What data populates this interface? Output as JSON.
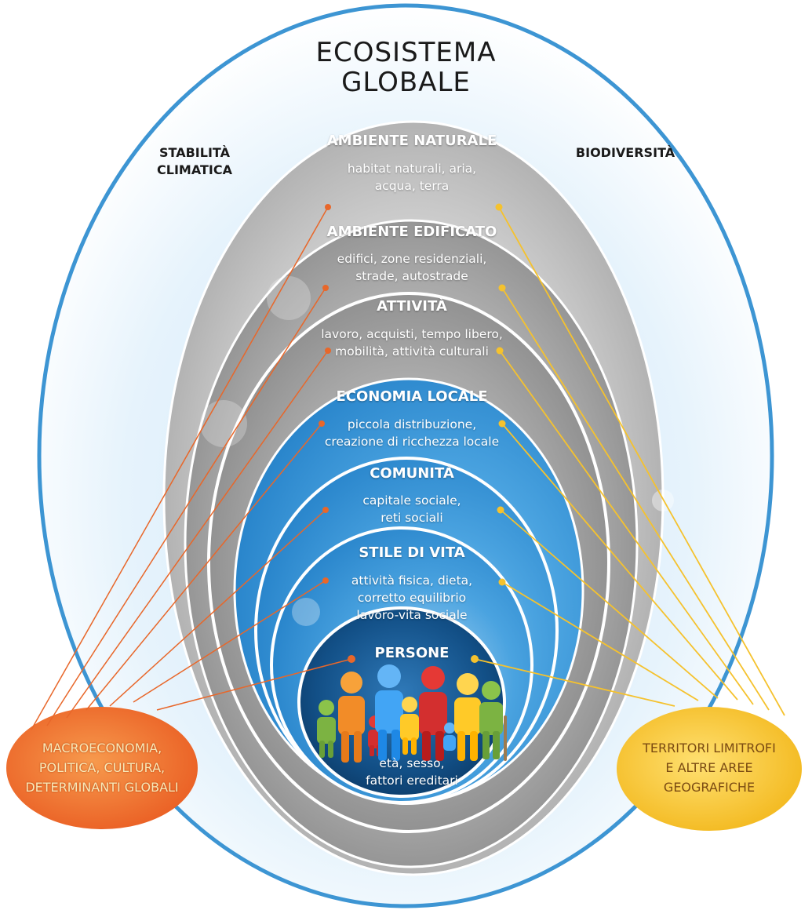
{
  "title": {
    "line1": "ECOSISTEMA",
    "line2": "GLOBALE"
  },
  "left_side_label": {
    "line1": "STABILITÀ",
    "line2": "CLIMATICA"
  },
  "right_side_label": "BIODIVERSITÀ",
  "rings": [
    {
      "id": "ambiente-naturale",
      "title": "AMBIENTE NATURALE",
      "lines": [
        "habitat naturali, aria,",
        "acqua, terra"
      ]
    },
    {
      "id": "ambiente-edificato",
      "title": "AMBIENTE EDIFICATO",
      "lines": [
        "edifici, zone residenziali,",
        "strade, autostrade"
      ]
    },
    {
      "id": "attivita",
      "title": "ATTIVITÀ",
      "lines": [
        "lavoro, acquisti, tempo libero,",
        "mobilità, attività culturali"
      ]
    },
    {
      "id": "economia-locale",
      "title": "ECONOMIA LOCALE",
      "lines": [
        "piccola distribuzione,",
        "creazione di ricchezza locale"
      ]
    },
    {
      "id": "comunita",
      "title": "COMUNITÀ",
      "lines": [
        "capitale sociale,",
        "reti sociali"
      ]
    },
    {
      "id": "stile-di-vita",
      "title": "STILE DI VITA",
      "lines": [
        "attività fisica, dieta,",
        "corretto equilibrio",
        "lavoro-vita sociale"
      ]
    }
  ],
  "core": {
    "title": "PERSONE",
    "lines": [
      "età, sesso,",
      "fattori ereditari"
    ]
  },
  "left_blob": {
    "lines": [
      "MACROECONOMIA,",
      "POLITICA, CULTURA,",
      "DETERMINANTI GLOBALI"
    ]
  },
  "right_blob": {
    "lines": [
      "TERRITORI LIMITROFI",
      "E ALTRE AREE",
      "GEOGRAFICHE"
    ]
  },
  "colors": {
    "outer_border": "#3d95d3",
    "grey_ring": "#8f8f8f",
    "blue_ring": "#2f8ed3",
    "core": "#0d4f84",
    "left_accent": "#e8672a",
    "right_accent": "#f5c22e"
  }
}
